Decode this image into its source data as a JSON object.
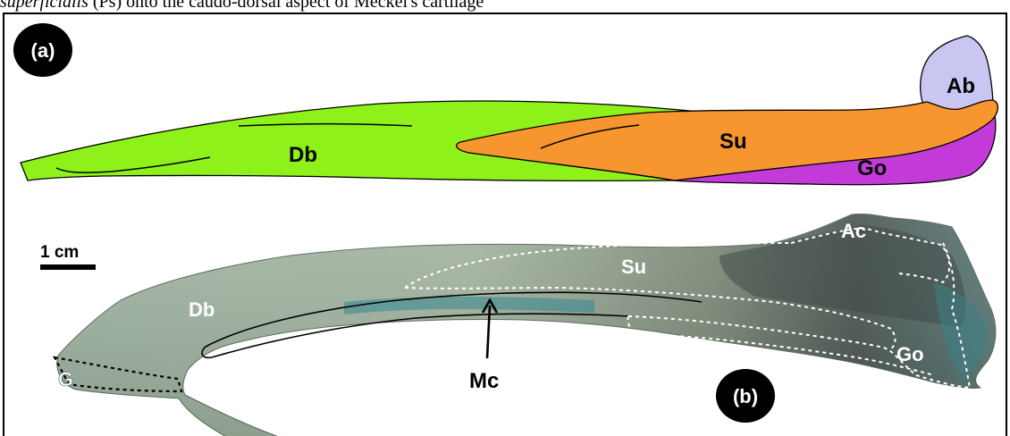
{
  "caption": {
    "species_italic": "superficialis",
    "rest": " (Ps) onto the caudo-dorsal aspect of Meckel's cartilage"
  },
  "panel_a": {
    "badge": "(a)",
    "labels": {
      "db": "Db",
      "su": "Su",
      "go": "Go",
      "ab": "Ab"
    }
  },
  "panel_b": {
    "badge": "(b)",
    "scale_label": "1 cm",
    "labels": {
      "db": "Db",
      "su": "Su",
      "ac": "Ac",
      "go": "Go",
      "g": "G",
      "mc": "Mc"
    }
  },
  "colors": {
    "dentary": "#8ef21a",
    "surangular": "#f7952f",
    "angular": "#c9c6f2",
    "gonial": "#c43ad9",
    "specimen_light": "#9fb3a2",
    "specimen_dark": "#3f4a48"
  }
}
